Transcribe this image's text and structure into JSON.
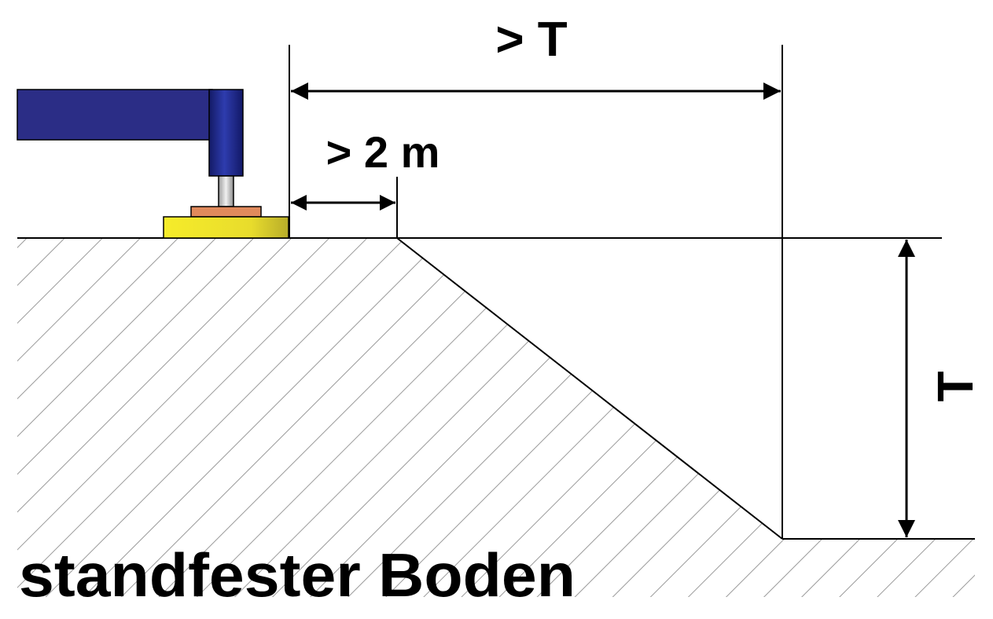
{
  "labels": {
    "total_distance": "> T",
    "min_distance": "> 2 m",
    "depth": "T",
    "soil": "standfester Boden"
  },
  "colors": {
    "outrigger_beam": "#2b2d86",
    "outrigger_cylinder": "#1f2a8c",
    "piston_rod": "#c8c8c8",
    "foot_plate": "#e08a5c",
    "ground_pad": "#f2e52a",
    "line": "#000000",
    "hatch": "#9a9a9a"
  }
}
